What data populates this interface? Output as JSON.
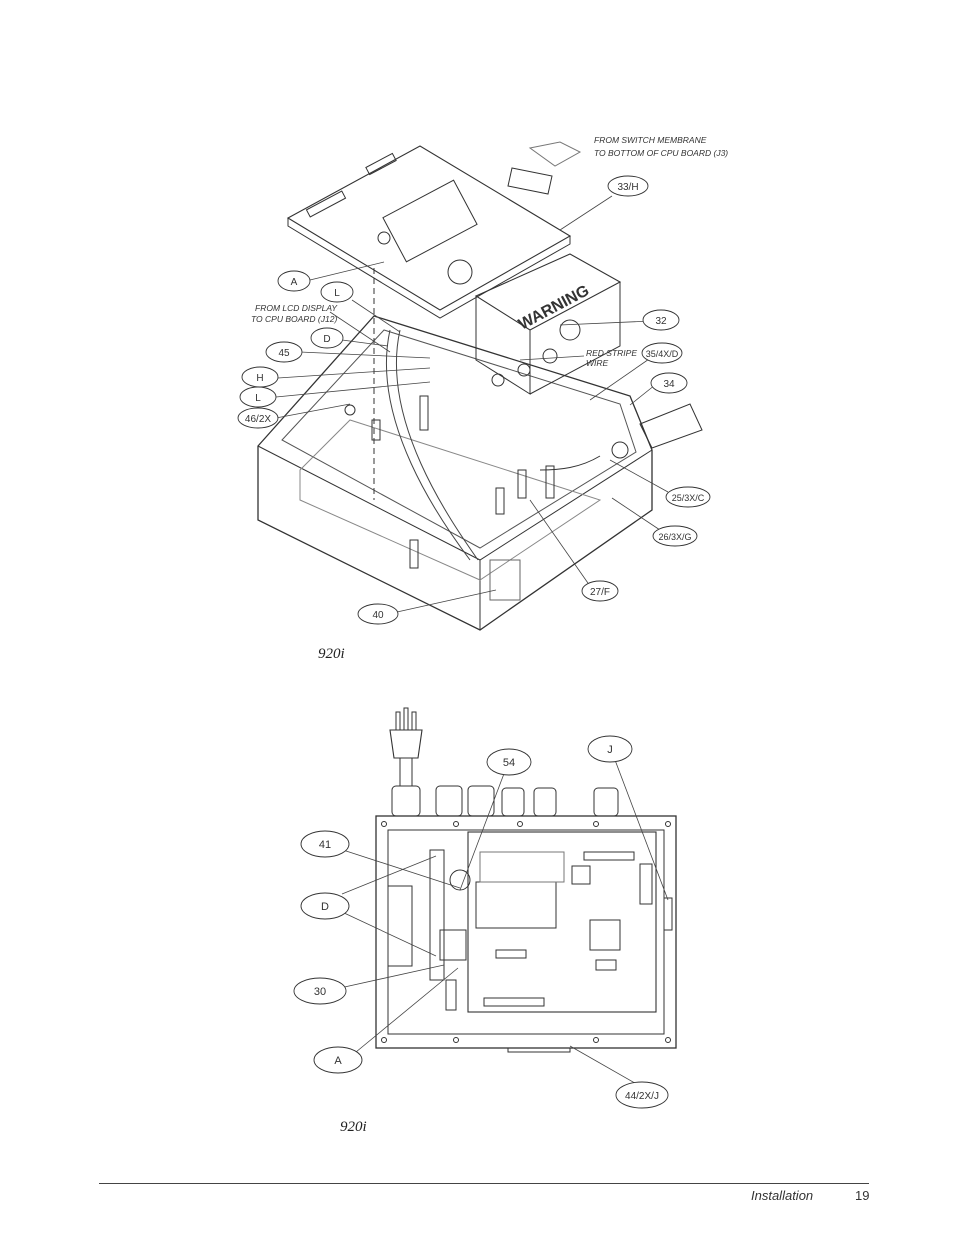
{
  "figure1": {
    "caption": "920i",
    "notes": {
      "switch_membrane_1": "FROM SWITCH MEMBRANE",
      "switch_membrane_2": "TO BOTTOM OF CPU BOARD (J3)",
      "lcd_display_1": "FROM LCD DISPLAY",
      "lcd_display_2": "TO CPU BOARD (J12)",
      "red_stripe_1": "RED STRIPE",
      "red_stripe_2": "WIRE",
      "warning": "WARNING"
    },
    "callouts": {
      "c33h": "33/H",
      "cA": "A",
      "cL": "L",
      "cD": "D",
      "c45": "45",
      "cH": "H",
      "cL2": "L",
      "c46": "46/2X",
      "c32": "32",
      "c35": "35/4X/D",
      "c34": "34",
      "c25": "25/3X/C",
      "c26": "26/3X/G",
      "c27": "27/F",
      "c40": "40"
    }
  },
  "figure2": {
    "caption": "920i",
    "callouts": {
      "c54": "54",
      "cJ": "J",
      "c41": "41",
      "cD": "D",
      "c30": "30",
      "cA": "A",
      "c44": "44/2X/J"
    }
  },
  "footer": {
    "section": "Installation",
    "page": "19"
  }
}
